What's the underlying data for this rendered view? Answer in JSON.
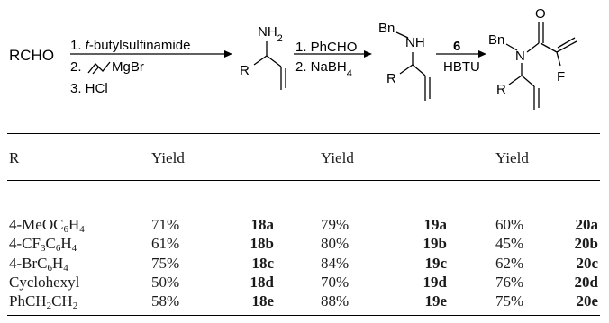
{
  "scheme": {
    "reactant": "RCHO",
    "step1_conditions": [
      "1. t-butylsulfinamide",
      "2.",
      "MgBr",
      "3. HCl"
    ],
    "step2_conditions": [
      "1. PhCHO",
      "2. NaBH4"
    ],
    "step3_conditions": [
      "6",
      "HBTU"
    ],
    "atom_labels": {
      "nh2": "NH2",
      "r": "R",
      "bn": "Bn",
      "nh": "NH",
      "n": "N",
      "o": "O",
      "f": "F"
    }
  },
  "table": {
    "headers": [
      "R",
      "Yield",
      "",
      "Yield",
      "",
      "Yield",
      ""
    ],
    "rows": [
      {
        "r_base": "4-MeOC",
        "r_sub1": "6",
        "r_mid": "H",
        "r_sub2": "4",
        "yield1": "71%",
        "cmpd1": "18a",
        "yield2": "79%",
        "cmpd2": "19a",
        "yield3": "60%",
        "cmpd3": "20a"
      },
      {
        "r_base": "4-CF",
        "r_sub1": "3",
        "r_mid": "C",
        "r_sub2": "6",
        "r_tail": "H",
        "r_sub3": "4",
        "yield1": "61%",
        "cmpd1": "18b",
        "yield2": "80%",
        "cmpd2": "19b",
        "yield3": "45%",
        "cmpd3": "20b"
      },
      {
        "r_base": "4-BrC",
        "r_sub1": "6",
        "r_mid": "H",
        "r_sub2": "4",
        "yield1": "75%",
        "cmpd1": "18c",
        "yield2": "84%",
        "cmpd2": "19c",
        "yield3": "62%",
        "cmpd3": "20c"
      },
      {
        "r_base": "Cyclohexyl",
        "yield1": "50%",
        "cmpd1": "18d",
        "yield2": "70%",
        "cmpd2": "19d",
        "yield3": "76%",
        "cmpd3": "20d"
      },
      {
        "r_base": "PhCH",
        "r_sub1": "2",
        "r_mid": "CH",
        "r_sub2": "2",
        "yield1": "58%",
        "cmpd1": "18e",
        "yield2": "88%",
        "cmpd2": "19e",
        "yield3": "75%",
        "cmpd3": "20e"
      }
    ]
  }
}
